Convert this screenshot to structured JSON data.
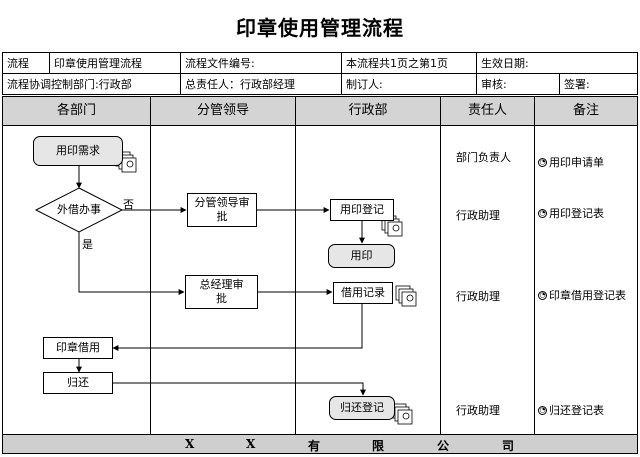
{
  "title": "印章使用管理流程",
  "info": {
    "process_label": "流程",
    "process_name": "印章使用管理流程",
    "file_no": "流程文件编号:",
    "page_info": "本流程共1页之第1页",
    "effective_date": "生效日期:",
    "dept": "流程协调控制部门:行政部",
    "owner": "总责任人：行政部经理",
    "drafter": "制订人:",
    "reviewer": "审核:",
    "signer": "签署:"
  },
  "lanes": [
    "各部门",
    "分管领导",
    "行政部",
    "责任人",
    "备注"
  ],
  "nodes": {
    "need": "用印需求",
    "lend_decision": "外借办事",
    "leader_approve": "分管领导审批",
    "register": "用印登记",
    "use_seal": "用印",
    "gm_approve": "总经理审批",
    "borrow_record": "借用记录",
    "seal_borrow": "印章借用",
    "return": "归还",
    "return_register": "归还登记"
  },
  "edges": {
    "no": "否",
    "yes": "是"
  },
  "responsible": [
    "部门负责人",
    "行政助理",
    "行政助理",
    "行政助理"
  ],
  "notes": [
    "用印申请单",
    "用印登记表",
    "印章借用登记表",
    "归还登记表"
  ],
  "note_icon": "document-icon",
  "footer": [
    "X",
    "X",
    "有",
    "限",
    "公",
    "司"
  ]
}
